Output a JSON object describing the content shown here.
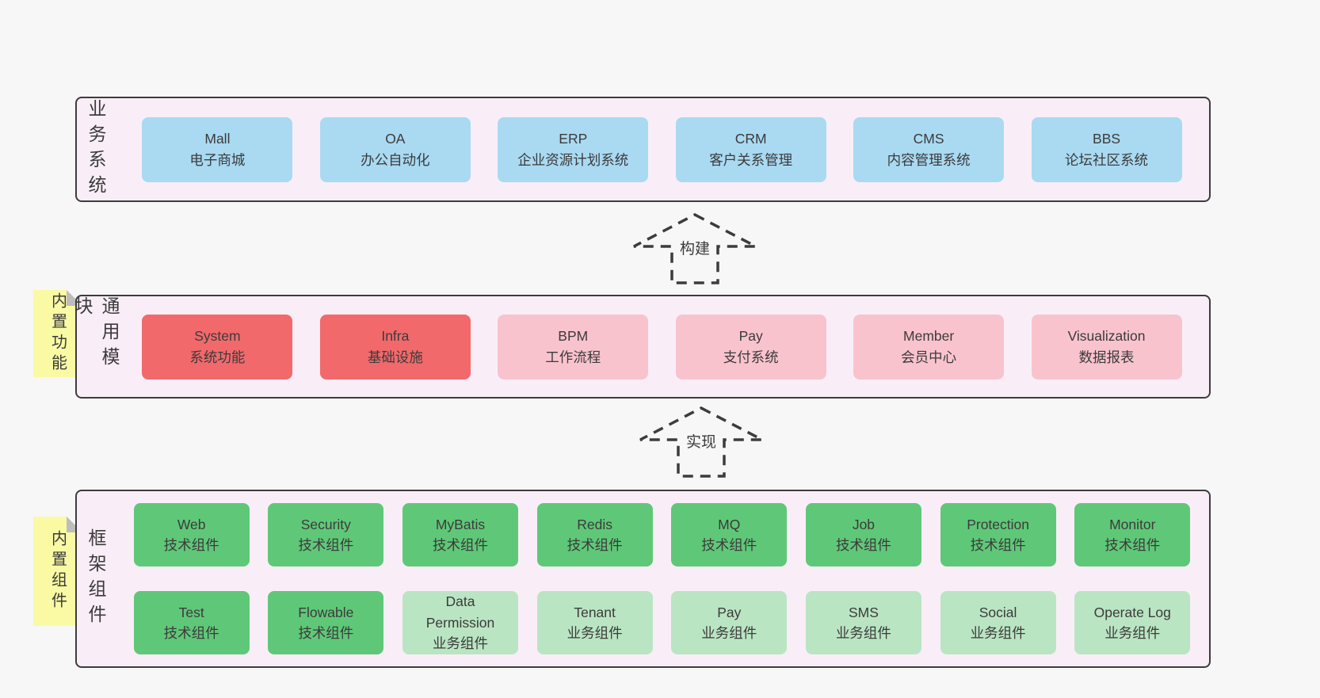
{
  "palette": {
    "page_bg": "#f7f7f7",
    "panel_bg": "#f9eef7",
    "line": "#3c3c3c",
    "text": "#3b3b3b",
    "blue": "#a9daf2",
    "red": "#f2696b",
    "pink": "#f9c3ce",
    "green_dark": "#5fc878",
    "green_light": "#bae5c3",
    "sticky_yellow": "#fafaa4",
    "sticky_fold": "#bdbdbd"
  },
  "layers": {
    "business": {
      "title": "业务系统",
      "boxes": [
        {
          "name": "Mall",
          "desc": "电子商城"
        },
        {
          "name": "OA",
          "desc": "办公自动化"
        },
        {
          "name": "ERP",
          "desc": "企业资源计划系统"
        },
        {
          "name": "CRM",
          "desc": "客户关系管理"
        },
        {
          "name": "CMS",
          "desc": "内容管理系统"
        },
        {
          "name": "BBS",
          "desc": "论坛社区系统"
        }
      ]
    },
    "modules": {
      "title": "通用模块",
      "sticky": "内置功能",
      "boxes": [
        {
          "name": "System",
          "desc": "系统功能",
          "tone": "red"
        },
        {
          "name": "Infra",
          "desc": "基础设施",
          "tone": "red"
        },
        {
          "name": "BPM",
          "desc": "工作流程",
          "tone": "pink"
        },
        {
          "name": "Pay",
          "desc": "支付系统",
          "tone": "pink"
        },
        {
          "name": "Member",
          "desc": "会员中心",
          "tone": "pink"
        },
        {
          "name": "Visualization",
          "desc": "数据报表",
          "tone": "pink"
        }
      ]
    },
    "components": {
      "title": "框架组件",
      "sticky": "内置组件",
      "row1": [
        {
          "name": "Web",
          "desc": "技术组件",
          "tone": "green-dark"
        },
        {
          "name": "Security",
          "desc": "技术组件",
          "tone": "green-dark"
        },
        {
          "name": "MyBatis",
          "desc": "技术组件",
          "tone": "green-dark"
        },
        {
          "name": "Redis",
          "desc": "技术组件",
          "tone": "green-dark"
        },
        {
          "name": "MQ",
          "desc": "技术组件",
          "tone": "green-dark"
        },
        {
          "name": "Job",
          "desc": "技术组件",
          "tone": "green-dark"
        },
        {
          "name": "Protection",
          "desc": "技术组件",
          "tone": "green-dark"
        },
        {
          "name": "Monitor",
          "desc": "技术组件",
          "tone": "green-dark"
        }
      ],
      "row2": [
        {
          "name": "Test",
          "desc": "技术组件",
          "tone": "green-dark"
        },
        {
          "name": "Flowable",
          "desc": "技术组件",
          "tone": "green-dark"
        },
        {
          "name": "Data Permission",
          "desc": "业务组件",
          "tone": "green-light"
        },
        {
          "name": "Tenant",
          "desc": "业务组件",
          "tone": "green-light"
        },
        {
          "name": "Pay",
          "desc": "业务组件",
          "tone": "green-light"
        },
        {
          "name": "SMS",
          "desc": "业务组件",
          "tone": "green-light"
        },
        {
          "name": "Social",
          "desc": "业务组件",
          "tone": "green-light"
        },
        {
          "name": "Operate Log",
          "desc": "业务组件",
          "tone": "green-light"
        }
      ]
    }
  },
  "arrows": {
    "build": {
      "label": "构建"
    },
    "implement": {
      "label": "实现"
    }
  }
}
